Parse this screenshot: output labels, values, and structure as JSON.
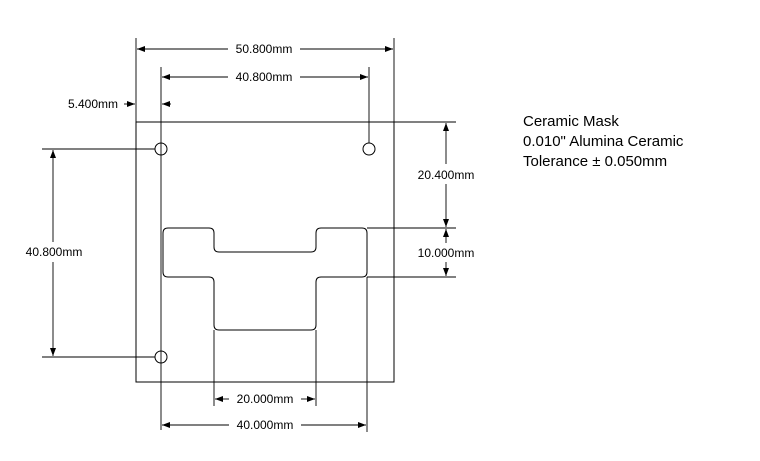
{
  "dimensions": {
    "overall_width": "50.800mm",
    "hole_spacing_x": "40.800mm",
    "hole_offset_x": "5.400mm",
    "hole_spacing_y": "40.800mm",
    "top_to_slot": "20.400mm",
    "slot_height": "10.000mm",
    "lower_width": "20.000mm",
    "slot_width": "40.000mm"
  },
  "notes": {
    "title": "Ceramic Mask",
    "material": "0.010\" Alumina Ceramic",
    "tolerance": "Tolerance ± 0.050mm"
  }
}
